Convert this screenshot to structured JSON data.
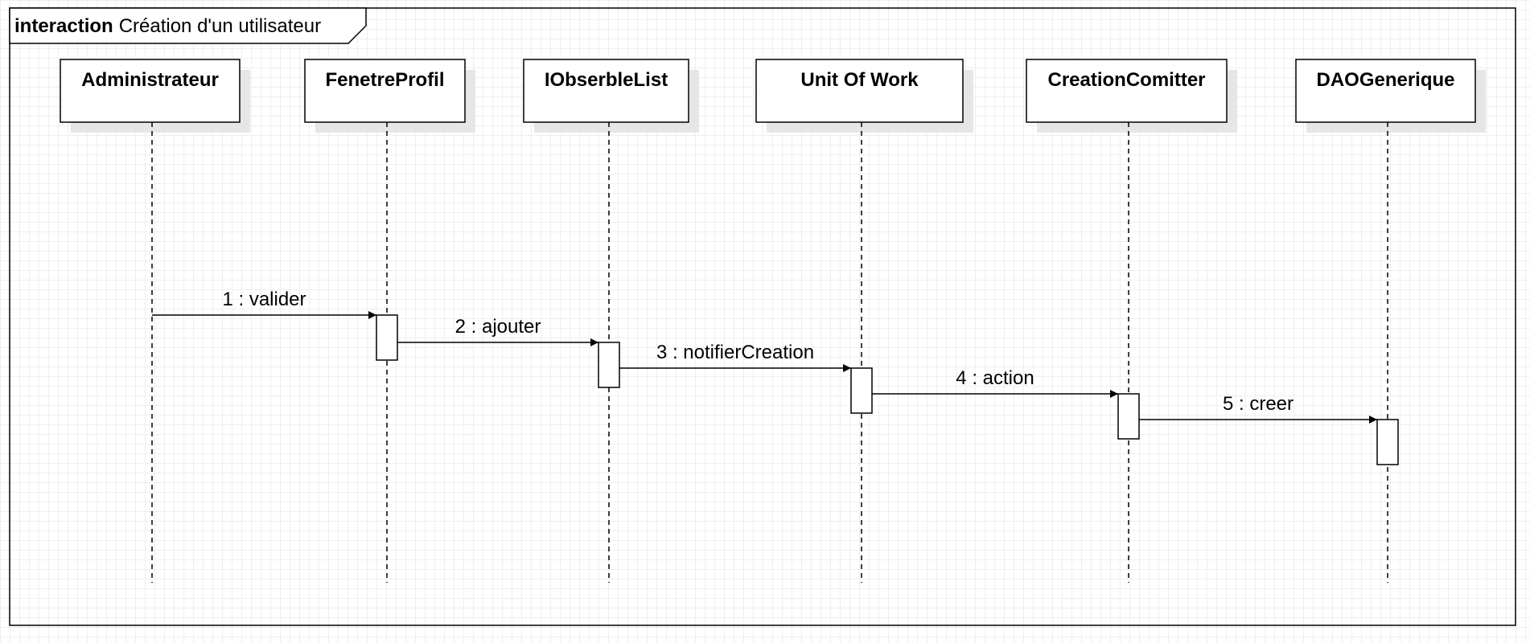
{
  "frame": {
    "keyword": "interaction",
    "name": "Création d'un utilisateur"
  },
  "lifelines": [
    {
      "id": "administrateur",
      "label": "Administrateur"
    },
    {
      "id": "fenetreprofil",
      "label": "FenetreProfil"
    },
    {
      "id": "iobserblelist",
      "label": "IObserbleList"
    },
    {
      "id": "unitofwork",
      "label": "Unit Of Work"
    },
    {
      "id": "creationcomitter",
      "label": "CreationComitter"
    },
    {
      "id": "daogenerique",
      "label": "DAOGenerique"
    }
  ],
  "messages": [
    {
      "seq": 1,
      "label": "1 : valider",
      "from": 0,
      "to": 1
    },
    {
      "seq": 2,
      "label": "2 : ajouter",
      "from": 1,
      "to": 2
    },
    {
      "seq": 3,
      "label": "3 : notifierCreation",
      "from": 2,
      "to": 3
    },
    {
      "seq": 4,
      "label": "4 : action",
      "from": 3,
      "to": 4
    },
    {
      "seq": 5,
      "label": "5 : creer",
      "from": 4,
      "to": 5
    }
  ],
  "colors": {
    "line": "#000000",
    "box_fill": "#ffffff",
    "box_shadow": "#e6e6e6",
    "grid": "#efefef"
  }
}
